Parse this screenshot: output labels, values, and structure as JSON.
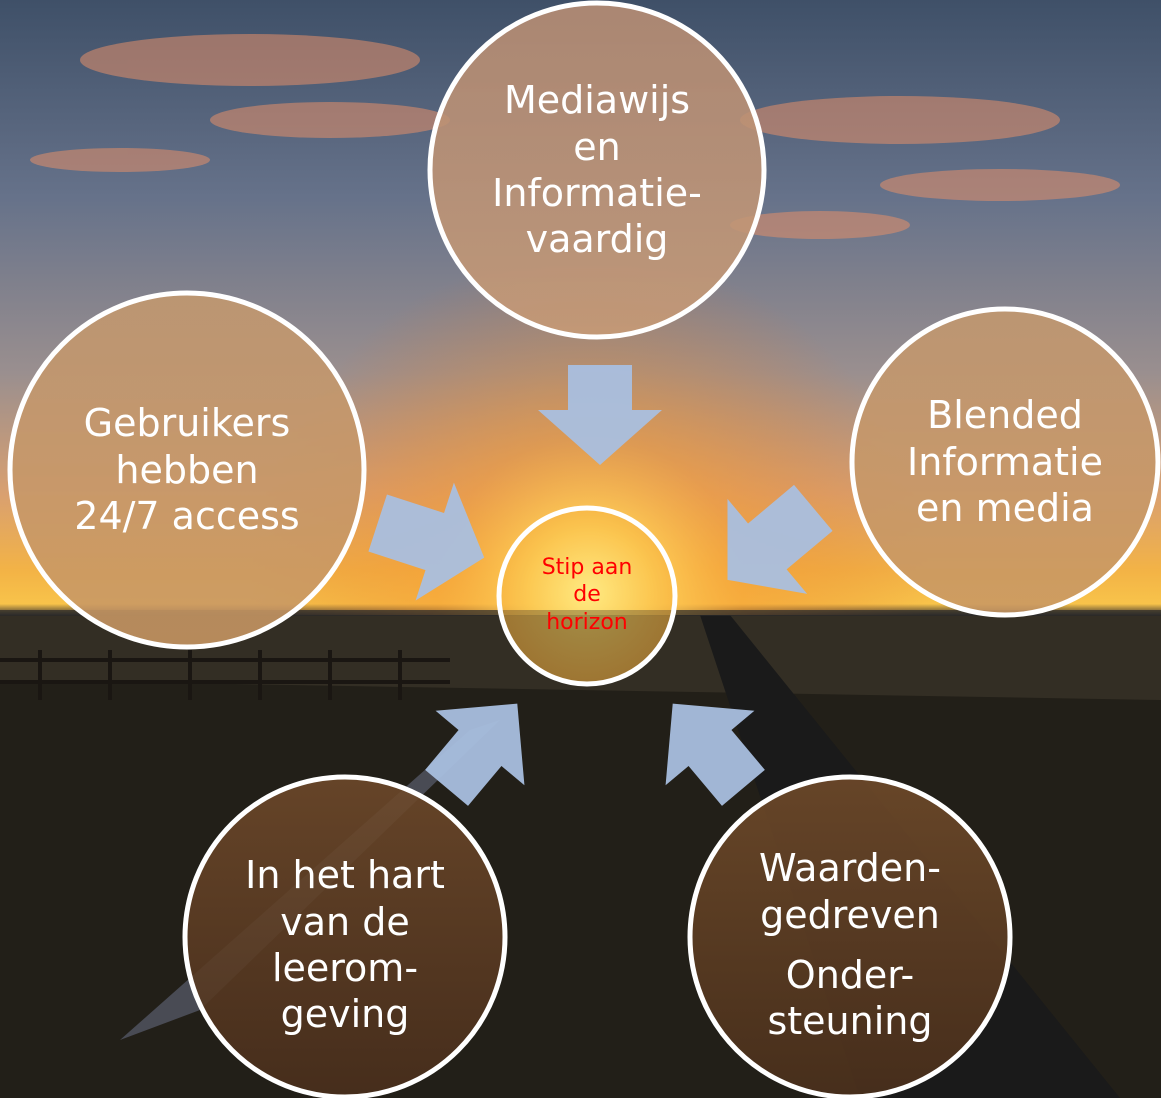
{
  "center": {
    "lines": [
      "Stip aan",
      "de",
      "horizon"
    ]
  },
  "nodes": {
    "top": {
      "lines": [
        "Mediawijs",
        "en",
        "Informatie-",
        "vaardig"
      ]
    },
    "left": {
      "lines": [
        "Gebruikers",
        "hebben",
        "24/7 access"
      ]
    },
    "right": {
      "lines": [
        "Blended",
        "Informatie",
        "en media"
      ]
    },
    "bottom_left": {
      "lines": [
        "In het hart",
        "van de",
        "leerom-",
        "geving"
      ]
    },
    "bottom_right": {
      "lines": [
        "Waarden-",
        "gedreven",
        "Onder-",
        "steuning"
      ]
    }
  },
  "colors": {
    "sky_top": "#4a5d78",
    "sunset_glow": "#f7b035",
    "ground": "#1c1a14",
    "arrow": "#a9bfe0",
    "circle_stroke": "#ffffff",
    "center_text": "#ff0000"
  }
}
